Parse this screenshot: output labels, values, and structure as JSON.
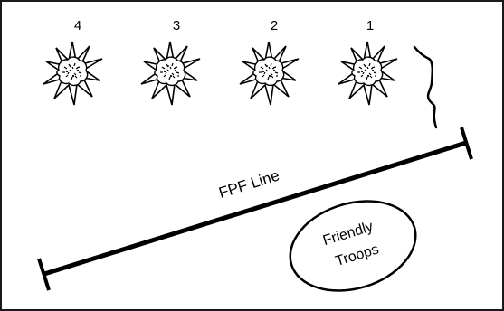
{
  "bursts": [
    {
      "label": "4"
    },
    {
      "label": "3"
    },
    {
      "label": "2"
    },
    {
      "label": "1"
    }
  ],
  "fpf_line": {
    "label": "FPF Line"
  },
  "friendly_troops": {
    "line1": "Friendly",
    "line2": "Troops"
  },
  "colors": {
    "ink": "#000000",
    "paper": "#ffffff",
    "frame": "#1a1a1a"
  }
}
